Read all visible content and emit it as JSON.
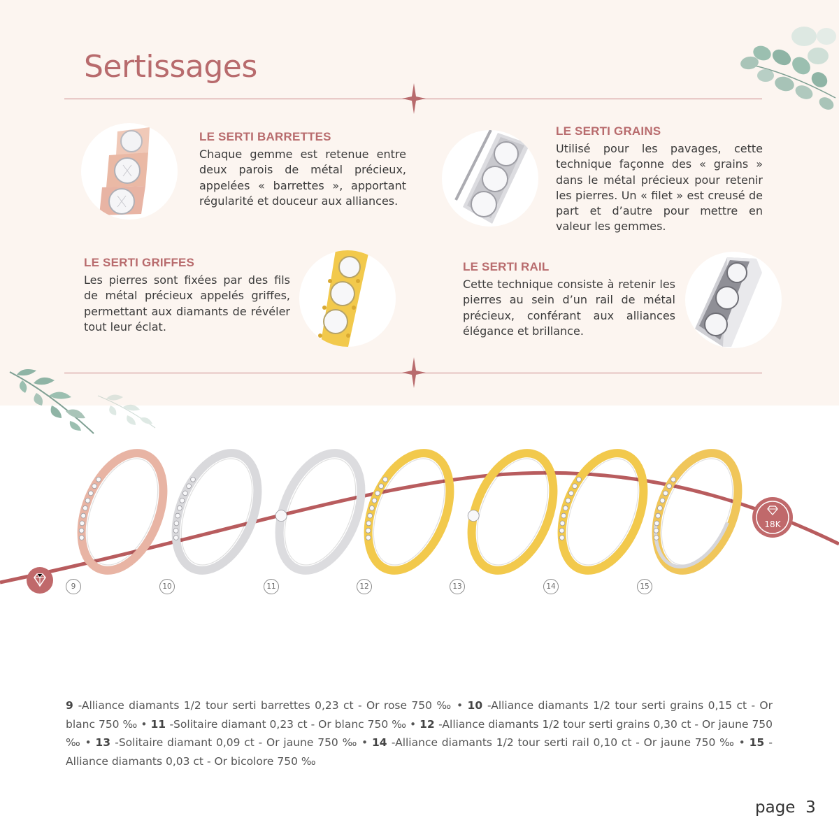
{
  "page_title": "Sertissages",
  "sections": {
    "barrettes": {
      "heading": "LE SERTI BARRETTES",
      "body": "Chaque gemme est retenue entre deux parois de métal précieux, appelées « barrettes », apportant régularité et douceur aux alliances."
    },
    "grains": {
      "heading": "LE SERTI GRAINS",
      "body": "Utilisé pour les pavages, cette technique façonne des « grains » dans le métal précieux pour retenir les pierres. Un « filet » est creusé de part et d’autre pour mettre en valeur les gemmes."
    },
    "griffes": {
      "heading": "LE SERTI GRIFFES",
      "body": "Les pierres sont fixées par des fils de métal précieux appelés griffes, permettant aux diamants de révé­ler tout leur éclat."
    },
    "rail": {
      "heading": "LE SERTI RAIL",
      "body": "Cette technique consiste à retenir les pierres au sein d’un rail de métal précieux, conférant aux alliances élégance et brillance."
    }
  },
  "rings": [
    {
      "number": "9",
      "metal": "rose",
      "color": "#e8b4a4"
    },
    {
      "number": "10",
      "metal": "white",
      "color": "#d9d9dc"
    },
    {
      "number": "11",
      "metal": "white",
      "color": "#dcdcdf"
    },
    {
      "number": "12",
      "metal": "yellow",
      "color": "#f2c94c"
    },
    {
      "number": "13",
      "metal": "yellow",
      "color": "#f2c94c"
    },
    {
      "number": "14",
      "metal": "yellow",
      "color": "#f2c94c"
    },
    {
      "number": "15",
      "metal": "bicolor",
      "color": "#f0c65a"
    }
  ],
  "karat_badge": "18K",
  "captions": [
    {
      "number": "9",
      "text": "-Alliance diamants 1/2 tour serti barrettes 0,23 ct - Or rose 750 ‰"
    },
    {
      "number": "10",
      "text": "-Alliance diamants 1/2 tour serti grains 0,15 ct - Or blanc 750 ‰"
    },
    {
      "number": "11",
      "text": "-Solitaire diamant 0,23 ct - Or blanc 750 ‰"
    },
    {
      "number": "12",
      "text": "-Alliance diamants 1/2 tour serti grains 0,30 ct - Or jaune 750 ‰"
    },
    {
      "number": "13",
      "text": "-Solitaire diamant 0,09 ct - Or jaune 750 ‰"
    },
    {
      "number": "14",
      "text": "-Alliance diamants 1/2 tour serti rail 0,10 ct - Or jaune 750 ‰"
    },
    {
      "number": "15",
      "text": "-Alliance diamants 0,03 ct - Or bicolore 750 ‰"
    }
  ],
  "caption_separator": " • ",
  "page_label": "page",
  "page_number": "3",
  "colors": {
    "accent": "#b86b6d",
    "curve": "#b85c5e",
    "panel_bg": "#fcf5f0",
    "leaf": "#9bbfb0"
  },
  "icons": [
    "diamond-icon",
    "star-ornament-icon",
    "eucalyptus-leaves-icon"
  ]
}
